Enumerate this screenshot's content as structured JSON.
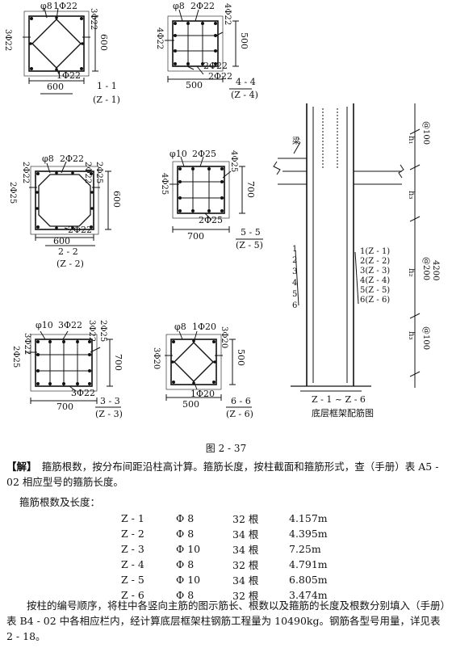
{
  "sections": [
    {
      "id": "1-1",
      "name_line": "1 - 1",
      "code_line": "(Z - 1)",
      "bars_top": "φ8",
      "bars_top2": "1Φ22",
      "bars_left": "3Φ22",
      "bars_right": "3Φ22",
      "bars_bottom": "1Φ22",
      "dim_w": "600",
      "dim_h": "600",
      "shape": "diamond"
    },
    {
      "id": "4-4",
      "name_line": "4 - 4",
      "code_line": "(Z - 4)",
      "bars_top": "φ8",
      "bars_top2": "2Φ22",
      "bars_left": "4Φ22",
      "bars_right": "4Φ22",
      "bars_bottom": "2Φ22",
      "bars_bottom2": "2Φ22",
      "dim_w": "500",
      "dim_h": "500",
      "shape": "grid"
    },
    {
      "id": "2-2",
      "name_line": "2 - 2",
      "code_line": "(Z - 2)",
      "bars_top": "φ8",
      "bars_top2": "2Φ22",
      "bars_left": "2Φ25",
      "bars_left2": "2Φ22",
      "bars_right": "2Φ25",
      "bars_right2": "2Φ22",
      "bars_bottom": "2Φ22",
      "dim_w": "600",
      "dim_h": "600",
      "shape": "octagon"
    },
    {
      "id": "5-5",
      "name_line": "5 - 5",
      "code_line": "(Z - 5)",
      "bars_top": "φ10",
      "bars_top2": "2Φ25",
      "bars_left": "4Φ25",
      "bars_right": "4Φ25",
      "bars_bottom": "2Φ25",
      "dim_w": "700",
      "dim_h": "700",
      "shape": "grid"
    },
    {
      "id": "3-3",
      "name_line": "3 - 3",
      "code_line": "(Z - 3)",
      "bars_top": "φ10",
      "bars_top2": "3Φ22",
      "bars_left": "2Φ25",
      "bars_left2": "3Φ22",
      "bars_right": "3Φ22",
      "bars_right2": "2Φ25",
      "bars_bottom": "3Φ22",
      "dim_w": "700",
      "dim_h": "700",
      "shape": "grid"
    },
    {
      "id": "6-6",
      "name_line": "6 - 6",
      "code_line": "(Z - 6)",
      "bars_top": "φ8",
      "bars_top2": "1Φ20",
      "bars_left": "3Φ20",
      "bars_right": "3Φ20",
      "bars_bottom": "1Φ20",
      "dim_w": "500",
      "dim_h": "500",
      "shape": "diamond"
    }
  ],
  "elevation": {
    "beam_label": "梁",
    "h1": "h₁",
    "h3": "h₃",
    "h2": "h₂",
    "h3b": "h₃",
    "spacing_top": "@100",
    "spacing_mid": "@200",
    "spacing_mid_dim": "4200",
    "spacing_bot": "@100",
    "left_numbers": [
      "1",
      "2",
      "3",
      "4",
      "5",
      "6"
    ],
    "right_list": [
      "1(Z - 1)",
      "2(Z - 2)",
      "3(Z - 3)",
      "4(Z - 4)",
      "5(Z - 5)",
      "6(Z - 6)"
    ],
    "title_line1": "Z - 1 ~ Z - 6",
    "title_line2": "底层框架配筋图"
  },
  "caption": "图 2 - 37",
  "solution_label": "【解】",
  "solution_text": "　箍筋根数，按分布间距沿柱高计算。箍筋长度，按柱截面和箍筋形式，查（手册）表 A5 - 02 相应型号的箍筋长度。",
  "table_intro": "箍筋根数及长度：",
  "stirrups": [
    {
      "col": "Z - 1",
      "bar": "Φ 8",
      "count": "32 根",
      "length": "4.157m"
    },
    {
      "col": "Z - 2",
      "bar": "Φ 8",
      "count": "34 根",
      "length": "4.395m"
    },
    {
      "col": "Z - 3",
      "bar": "Φ 10",
      "count": "34 根",
      "length": "7.25m"
    },
    {
      "col": "Z - 4",
      "bar": "Φ 8",
      "count": "32 根",
      "length": "4.791m"
    },
    {
      "col": "Z - 5",
      "bar": "Φ 10",
      "count": "34 根",
      "length": "6.805m"
    },
    {
      "col": "Z - 6",
      "bar": "Φ 8",
      "count": "32 根",
      "length": "3.474m"
    }
  ],
  "closing_text": "按柱的编号顺序，将柱中各竖向主筋的图示筋长、根数以及箍筋的长度及根数分别填入（手册）表 B4 - 02 中各相应栏内，经计算底层框架柱钢筋工程量为 10490kg。钢筋各型号用量，详见表 2 - 18。"
}
